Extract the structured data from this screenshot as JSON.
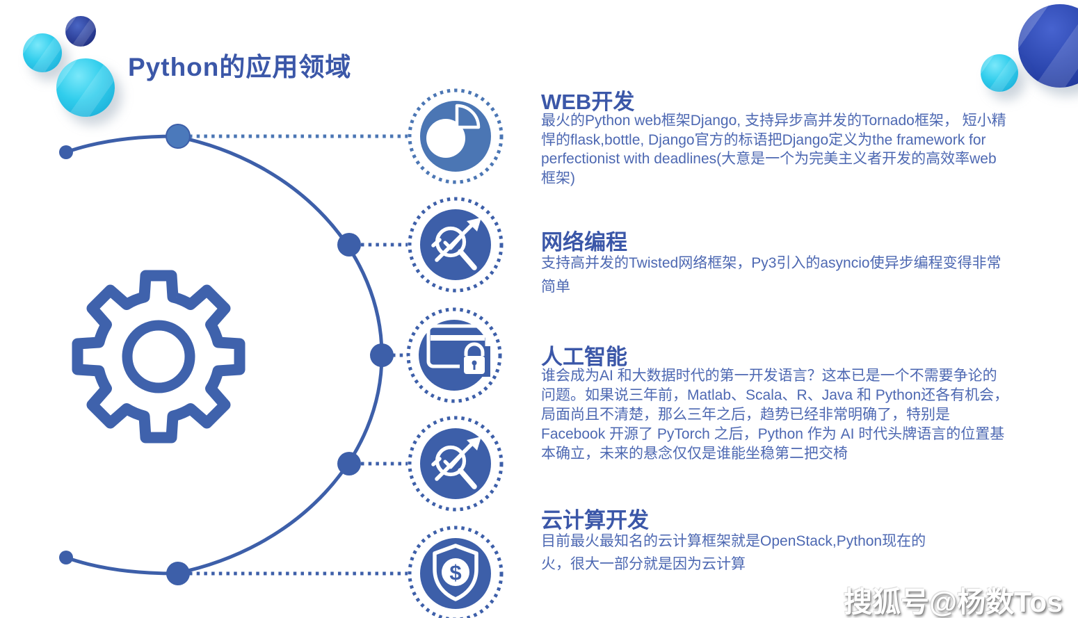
{
  "title": "Python的应用领域",
  "watermark": "搜狐号@杨数Tos",
  "sections": [
    {
      "heading": "WEB开发",
      "icon": "pie-chart",
      "body": "最火的Python web框架Django, 支持异步高并发的Tornado框架， 短小精\n悍的flask,bottle, Django官方的标语把Django定义为the framework for\nperfectionist with deadlines(大意是一个为完美主义者开发的高效率web\n框架)"
    },
    {
      "heading": "网络编程",
      "icon": "trend-magnifier",
      "body": "支持高并发的Twisted网络框架，Py3引入的asyncio使异步编程变得非常\n简单"
    },
    {
      "heading": "人工智能",
      "icon": "card-lock",
      "body": "谁会成为AI 和大数据时代的第一开发语言？这本已是一个不需要争论的\n问题。如果说三年前，Matlab、Scala、R、Java 和 Python还各有机会，\n局面尚且不清楚，那么三年之后，趋势已经非常明确了，特别是\nFacebook 开源了 PyTorch 之后，Python 作为 AI 时代头牌语言的位置基\n本确立，未来的悬念仅仅是谁能坐稳第二把交椅"
    },
    {
      "heading": "云计算开发",
      "icon": "shield-dollar",
      "body": "目前最火最知名的云计算框架就是OpenStack,Python现在的\n火，很大一部分就是因为云计算"
    }
  ],
  "icons": {
    "list": [
      "pie-chart",
      "trend-magnifier",
      "card-lock",
      "trend-magnifier",
      "shield-dollar"
    ],
    "shield_dollar_glyph": "$"
  },
  "colors": {
    "primary_blue": "#3d5fa9",
    "steel_blue": "#4b76b4",
    "heading_blue": "#3b57a8",
    "body_text_blue": "#4d68b2",
    "cyan_sphere": "#2bc8ea",
    "navy_sphere": "#2c3f92",
    "royal_sphere": "#2b46ae"
  }
}
